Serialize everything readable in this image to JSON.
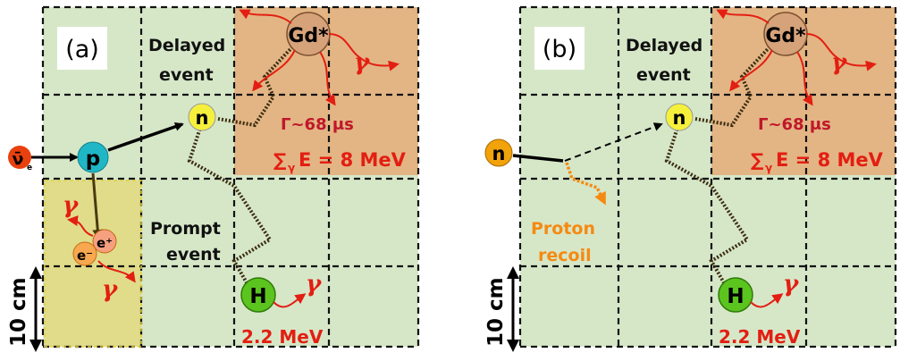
{
  "panels": [
    {
      "tag": "(a)",
      "delayed_line1": "Delayed",
      "delayed_line2": "event",
      "prompt_line1": "Prompt",
      "prompt_line2": "event",
      "incoming_particle": "ν̄",
      "incoming_subscript": "e",
      "proton": "p",
      "neutron": "n",
      "electron": "e⁻",
      "positron": "e⁺",
      "gadolinium": "Gd*",
      "hydrogen": "H",
      "gamma": "γ",
      "lifetime": "Γ~68 μs",
      "gd_energy_sum": "∑",
      "gd_energy_sub": "γ",
      "gd_energy_rest": "E = 8 MeV",
      "h_energy": "2.2 MeV",
      "scale": "10 cm"
    },
    {
      "tag": "(b)",
      "delayed_line1": "Delayed",
      "delayed_line2": "event",
      "incoming_particle": "n",
      "neutron": "n",
      "recoil_line1": "Proton",
      "recoil_line2": "recoil",
      "gadolinium": "Gd*",
      "hydrogen": "H",
      "gamma": "γ",
      "lifetime": "Γ~68 μs",
      "gd_energy_sum": "∑",
      "gd_energy_sub": "γ",
      "gd_energy_rest": "E = 8 MeV",
      "h_energy": "2.2 MeV",
      "scale": "10 cm"
    }
  ],
  "colors": {
    "cell_green": "#d6e7c8",
    "gd_region": "#e3b584",
    "prompt_region": "#e0dc8a",
    "gamma_red": "#e31e12",
    "lifetime_crimson": "#c0182a",
    "proton_cyan": "#1fb7c6",
    "neutron_yellow": "#f5f03c",
    "gd_tan": "#d6a27a",
    "hydrogen_green": "#5bc41f",
    "incoming_n_orange": "#f2a20a",
    "recoil_orange": "#f58a12"
  }
}
